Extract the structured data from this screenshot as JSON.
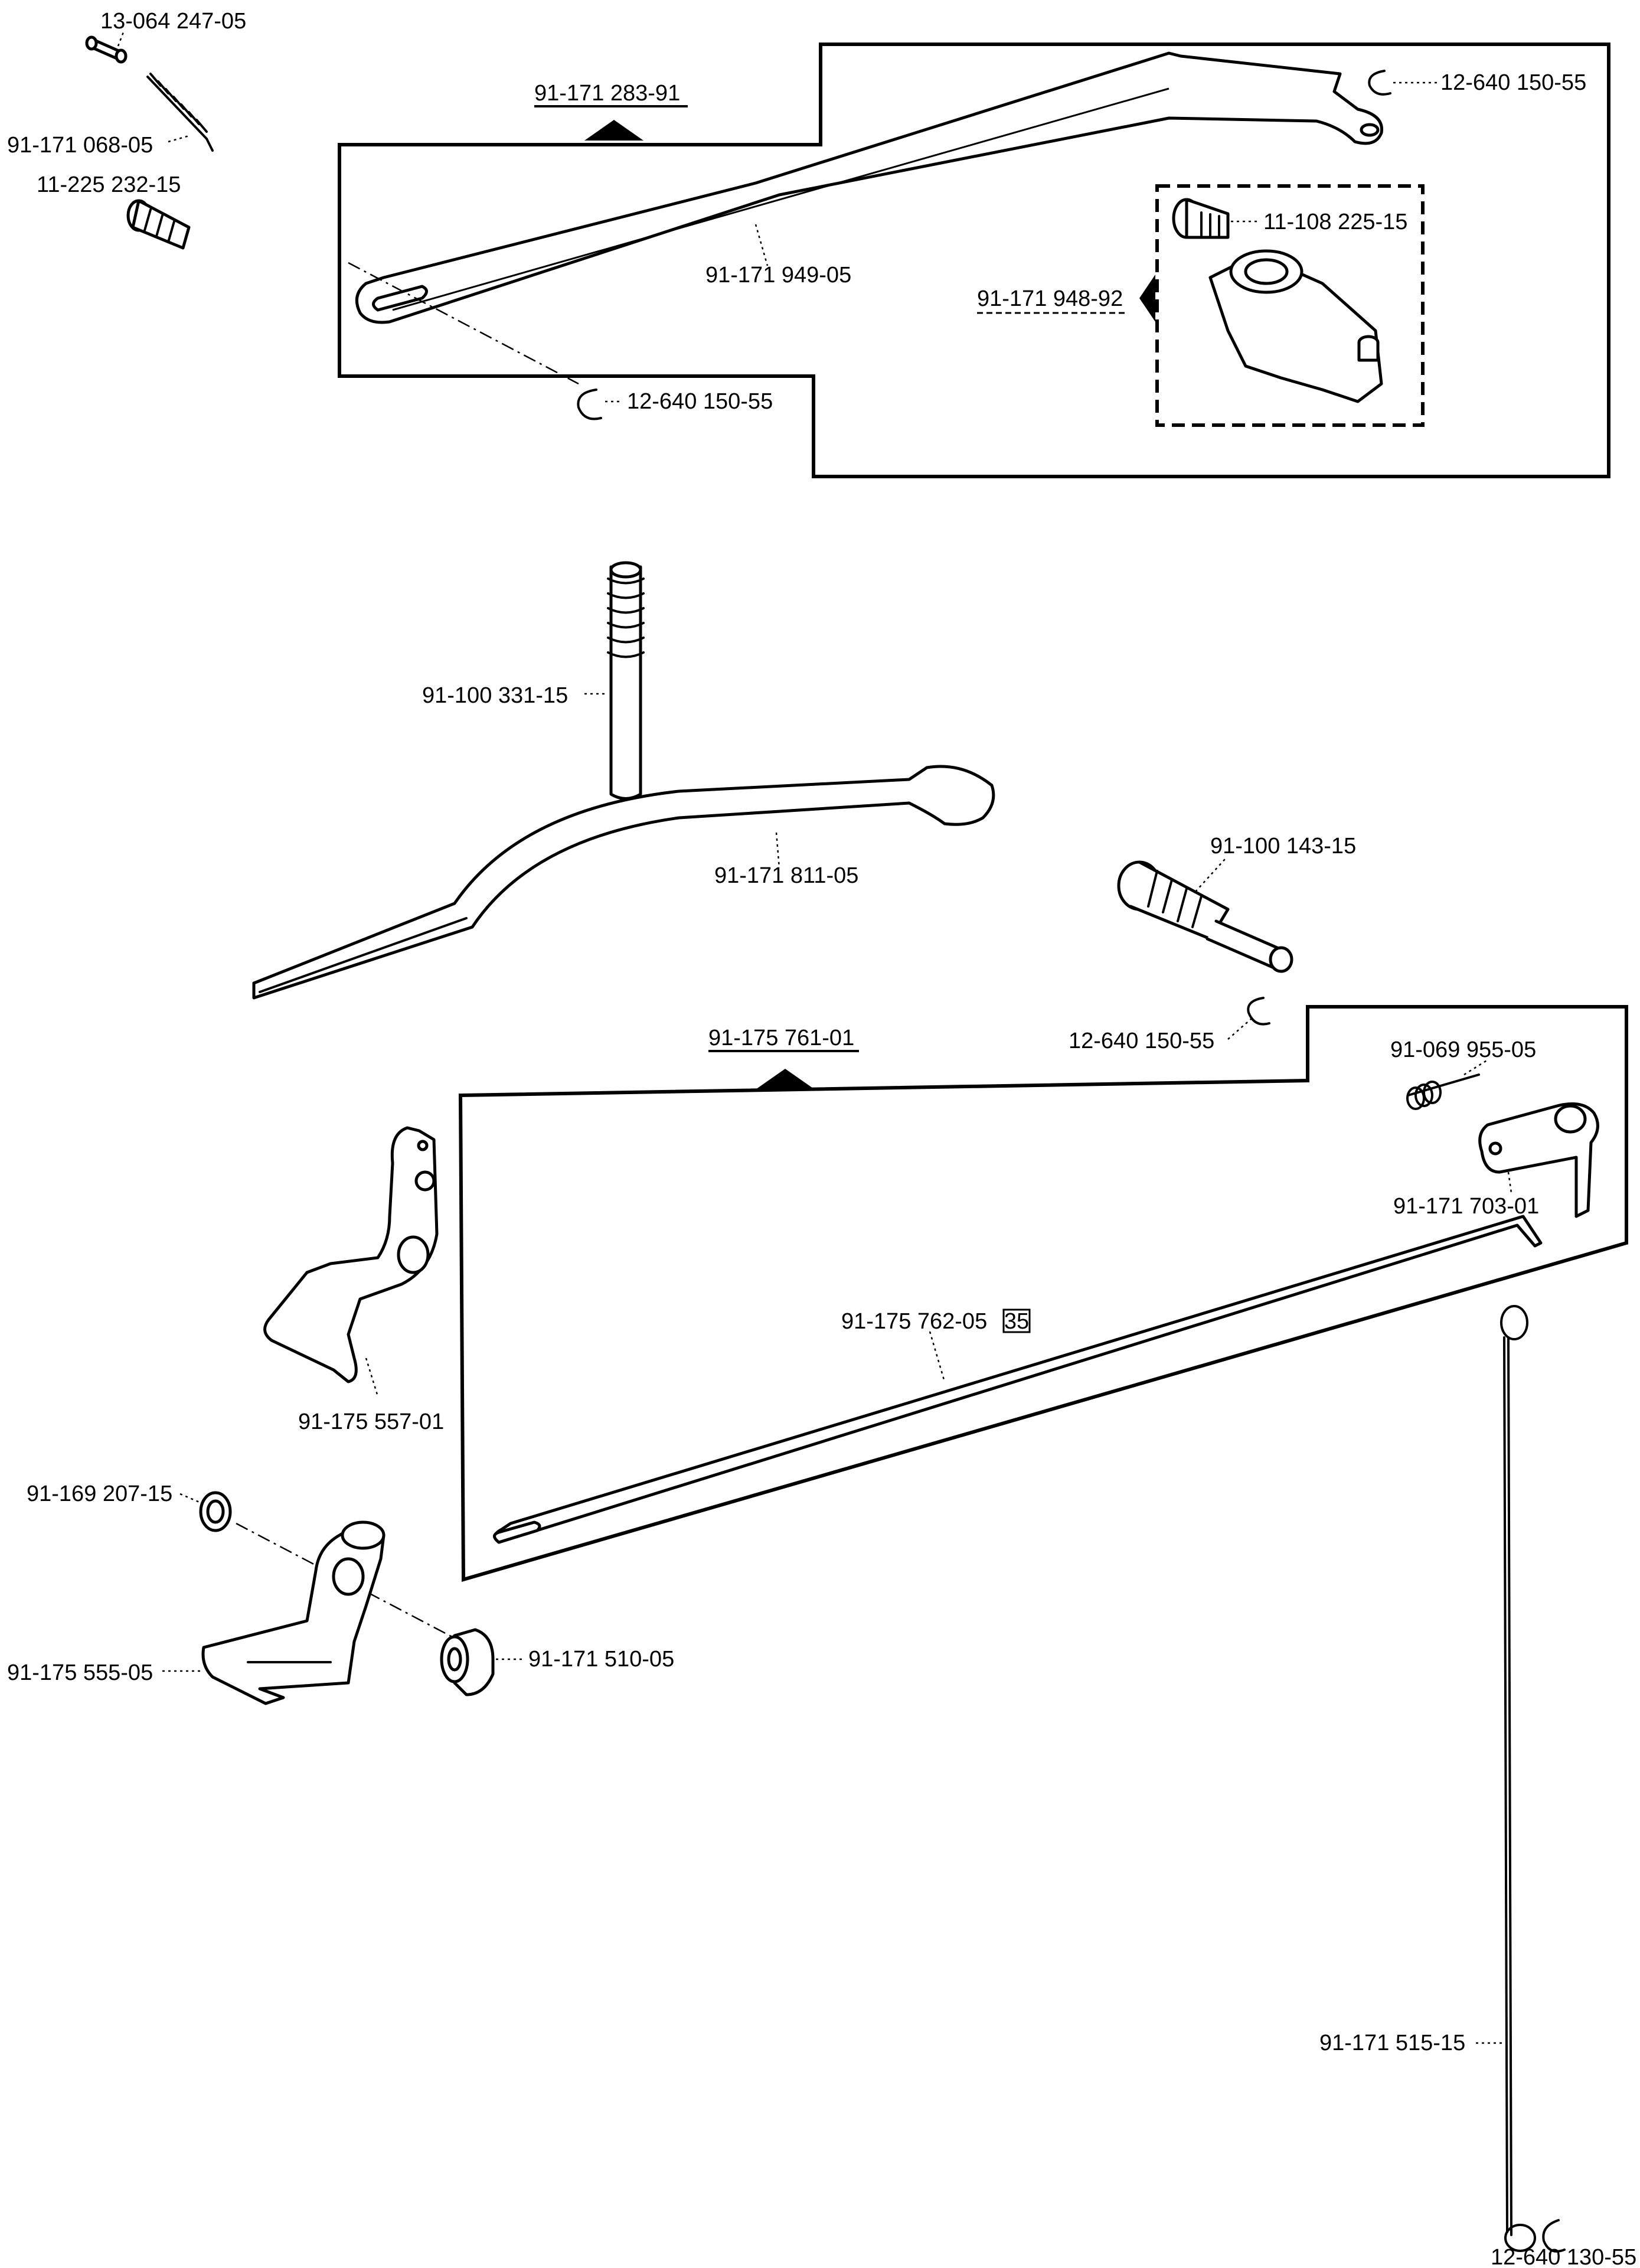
{
  "labels": {
    "top_spring_pin": "13-064 247-05",
    "top_spring": "91-171 068-05",
    "top_screw": "11-225 232-15",
    "assembly_1": "91-171 283-91",
    "ring_top_right": "12-640 150-55",
    "lever_long": "91-171 949-05",
    "ring_top_lower": "12-640 150-55",
    "screw_clamp": "11-108 225-15",
    "sub_assembly": "91-171 948-92",
    "threaded_pin": "91-100 331-15",
    "curved_lever": "91-171 811-05",
    "stud_screw": "91-100 143-15",
    "ring_mid": "12-640 150-55",
    "assembly_2": "91-175 761-01",
    "torsion_spring": "91-069 955-05",
    "crank_plate": "91-171 703-01",
    "rod_long": "91-175 762-05",
    "rod_long_badge": "35",
    "bracket": "91-175 557-01",
    "washer": "91-169 207-15",
    "cutter_plate": "91-175 555-05",
    "bushing": "91-171 510-05",
    "wire_link": "91-171 515-15",
    "ring_bottom": "12-640 130-55"
  }
}
